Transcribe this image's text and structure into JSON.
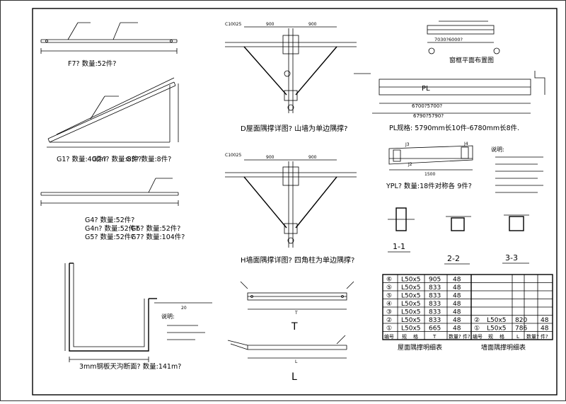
{
  "labels": {
    "f7": "F7? 数量:52件?",
    "g1": "G1? 数量:40件?",
    "g2n": "G2n? 数量:8件?",
    "g3": "G3? 数量:8件?",
    "g4": "G4? 数量:52件?",
    "g4n": "G4n? 数量:52件?",
    "g6": "G6? 数量:52件?",
    "g5": "G5? 数量:52件?",
    "g7": "G7? 数量:104件?",
    "d_detail": "D屋面隅撑详图? 山墙为单边隅撑?",
    "h_detail": "H墙面隅撑详图? 四角柱为单边隅撑?",
    "t_mark": "T",
    "l_mark": "L",
    "gutter": "3mm钢板天沟断面? 数量:141m?",
    "layout_title": "窗框平面布置图",
    "pl_mark": "PL",
    "pl_caption": "PL规格: 5790mm长10件-6780mm长8件.",
    "ypl_caption": "YPL? 数量:18件对称各 9件?",
    "sec11": "1-1",
    "sec22": "2-2",
    "sec33": "3-3",
    "notes_title": "说明:",
    "dim_900": "900",
    "dim_1500": "1500",
    "dim_7030": "7030?6000?",
    "dim_6700": "6700?5700?",
    "dim_6790": "6790?5790?",
    "dim_20": "20",
    "dim_t": "T",
    "dim_l": "L",
    "mark_c10025a": "C10025",
    "mark_c10025b": "C10025",
    "mark_j3": "J3",
    "mark_j4": "J4",
    "mark_j2": "J2"
  },
  "brace_table": {
    "header": [
      "编号",
      "规",
      "格",
      "T",
      "数量? 件?"
    ],
    "rows": [
      [
        "⑥",
        "L50x5",
        "905",
        "48"
      ],
      [
        "⑤",
        "L50x5",
        "833",
        "48"
      ],
      [
        "⑤",
        "L50x5",
        "833",
        "48"
      ],
      [
        "④",
        "L50x5",
        "833",
        "48"
      ],
      [
        "③",
        "L50x5",
        "833",
        "48"
      ],
      [
        "②",
        "L50x5",
        "833",
        "48"
      ],
      [
        "①",
        "L50x5",
        "665",
        "48"
      ]
    ],
    "caption": "屋面隅撑明细表"
  },
  "wall_table": {
    "header": [
      "编号",
      "规",
      "格",
      "L",
      "数量? 件?"
    ],
    "rows": [
      [
        "②",
        "L50x5",
        "820",
        "48"
      ],
      [
        "①",
        "L50x5",
        "786",
        "48"
      ]
    ],
    "caption": "墙面隅撑明细表"
  }
}
